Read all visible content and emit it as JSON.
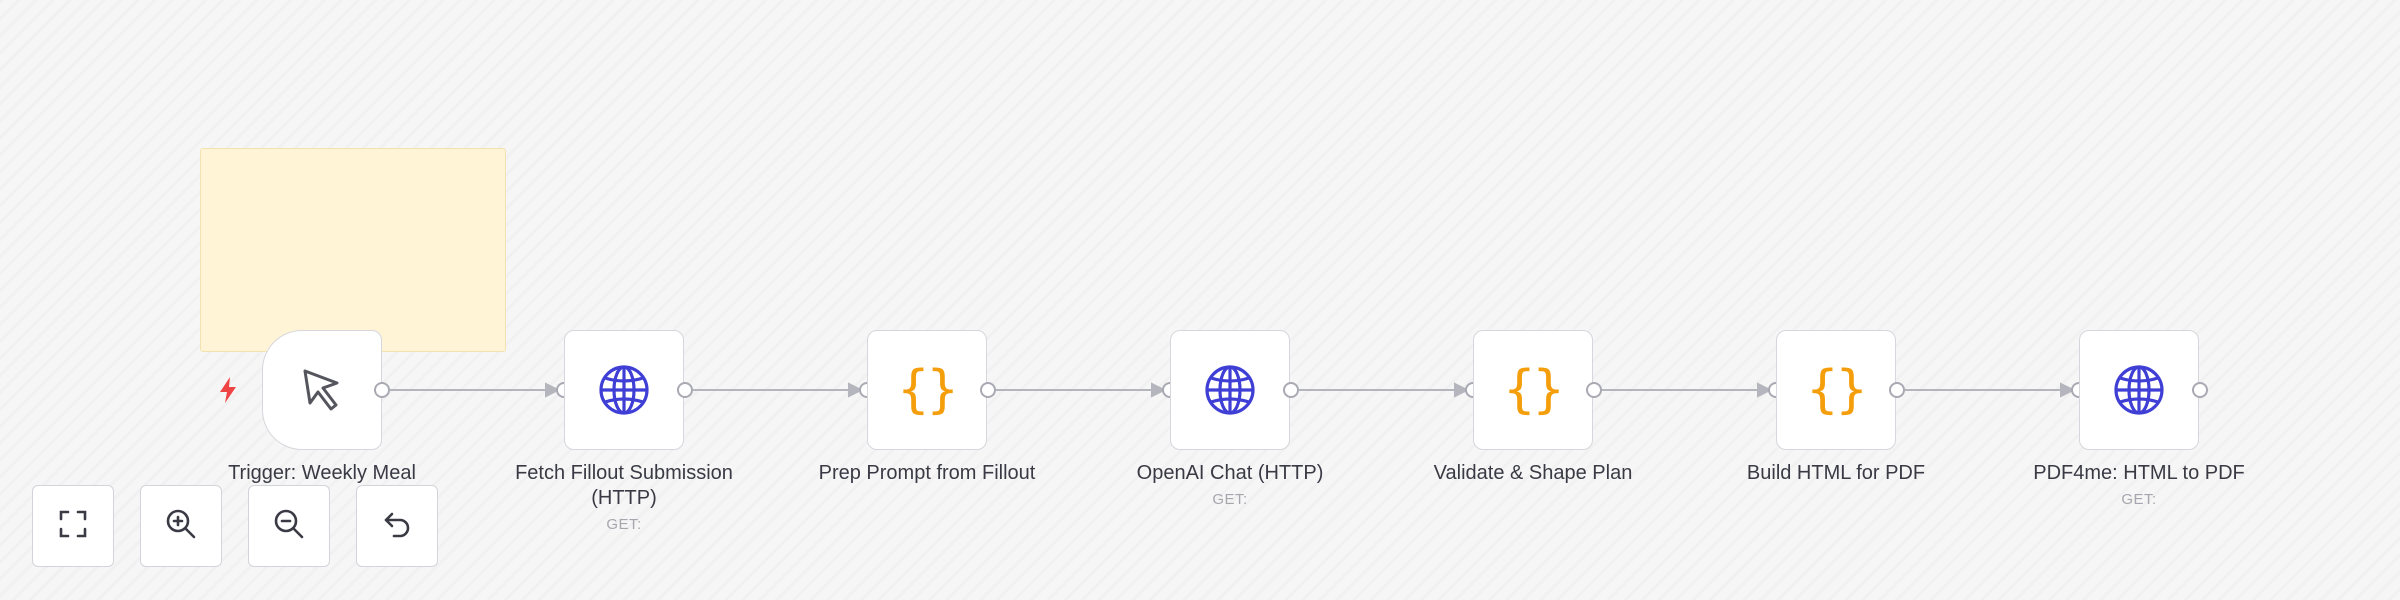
{
  "canvas": {
    "sticky_note": {
      "color": "#fff5d6"
    }
  },
  "colors": {
    "http_icon": "#3f3fd6",
    "code_icon": "#f59e0b",
    "trigger_bolt": "#ef4444",
    "edge": "#b5b5bd"
  },
  "trigger": {
    "icon": "cursor-pointer-icon",
    "bolt_icon": "lightning-bolt-icon"
  },
  "nodes": [
    {
      "label": "Trigger: Weekly Meal",
      "sublabel": "",
      "icon": "cursor-pointer-icon"
    },
    {
      "label": "Fetch Fillout Submission (HTTP)",
      "sublabel": "GET:",
      "icon": "globe-icon"
    },
    {
      "label": "Prep Prompt from Fillout",
      "sublabel": "",
      "icon": "curly-braces-icon",
      "icon_text": "{}"
    },
    {
      "label": "OpenAI Chat (HTTP)",
      "sublabel": "GET:",
      "icon": "globe-icon"
    },
    {
      "label": "Validate & Shape Plan",
      "sublabel": "",
      "icon": "curly-braces-icon",
      "icon_text": "{}"
    },
    {
      "label": "Build HTML for PDF",
      "sublabel": "",
      "icon": "curly-braces-icon",
      "icon_text": "{}"
    },
    {
      "label": "PDF4me: HTML to PDF",
      "sublabel": "GET:",
      "icon": "globe-icon"
    }
  ],
  "controls": [
    {
      "name": "fit-view-button",
      "icon": "fullscreen-icon"
    },
    {
      "name": "zoom-in-button",
      "icon": "zoom-in-icon"
    },
    {
      "name": "zoom-out-button",
      "icon": "zoom-out-icon"
    },
    {
      "name": "reset-zoom-button",
      "icon": "undo-icon"
    }
  ]
}
